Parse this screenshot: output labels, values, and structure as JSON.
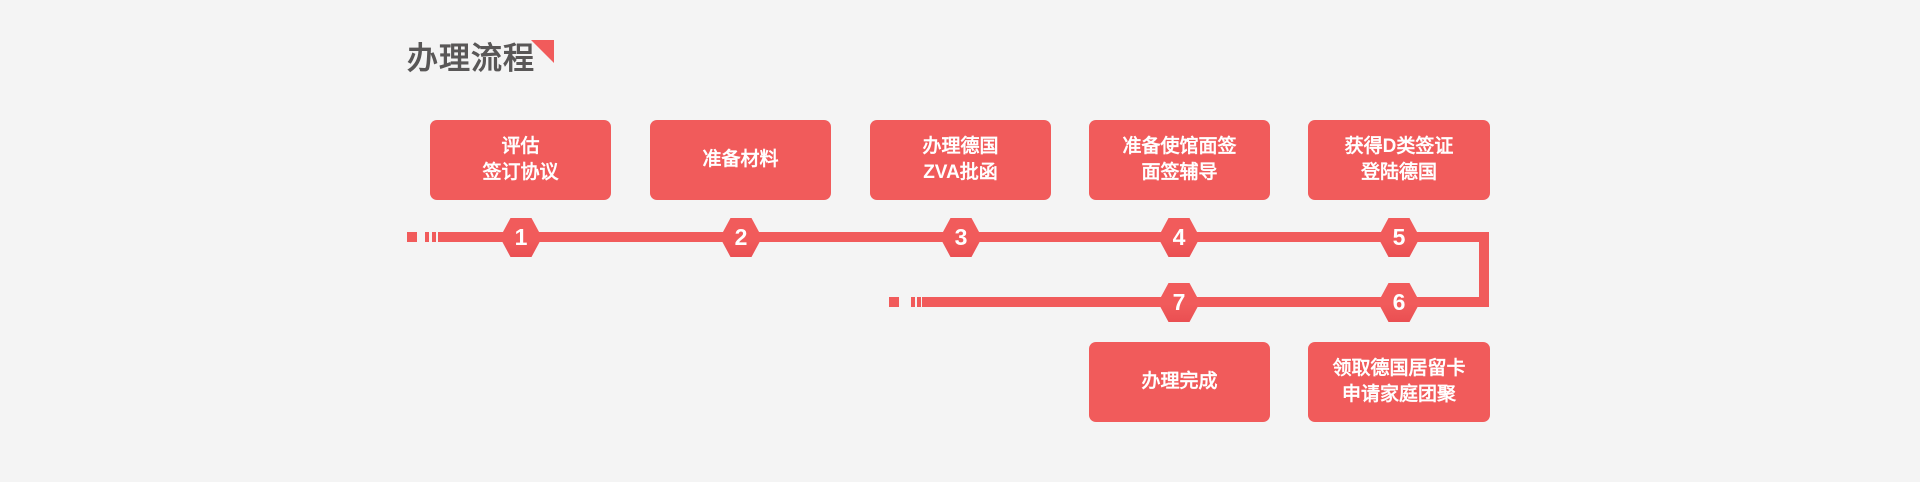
{
  "colors": {
    "accent_red": "#f15b5b",
    "accent_red_deep": "#ea4f52",
    "title_gray": "#595757",
    "background": "#f4f4f4"
  },
  "header": {
    "title": "办理流程"
  },
  "flow": {
    "top_boxes": [
      {
        "lines": [
          "评估",
          "签订协议"
        ]
      },
      {
        "lines": [
          "准备材料"
        ]
      },
      {
        "lines": [
          "办理德国",
          "ZVA批函"
        ]
      },
      {
        "lines": [
          "准备使馆面签",
          "面签辅导"
        ]
      },
      {
        "lines": [
          "获得D类签证",
          "登陆德国"
        ]
      }
    ],
    "row1_numbers": [
      "1",
      "2",
      "3",
      "4",
      "5"
    ],
    "row2_numbers": [
      "6",
      "7"
    ],
    "bottom_boxes": [
      {
        "lines": [
          "办理完成"
        ]
      },
      {
        "lines": [
          "领取德国居留卡",
          "申请家庭团聚"
        ]
      }
    ]
  }
}
